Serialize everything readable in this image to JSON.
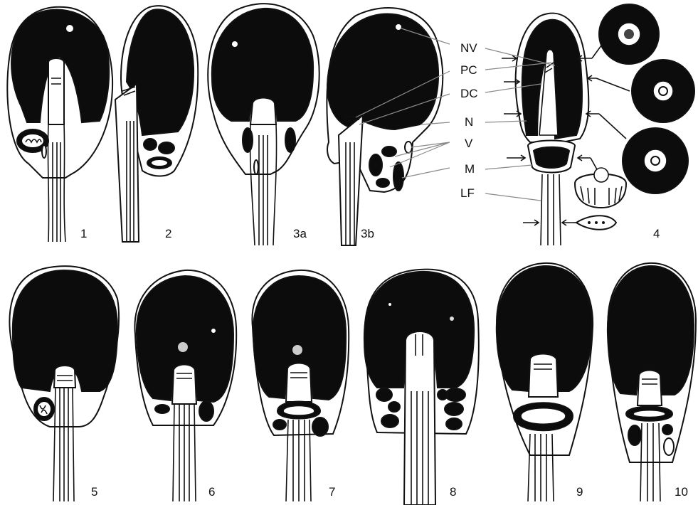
{
  "labels": {
    "nv": "NV",
    "pc": "PC",
    "dc": "DC",
    "n": "N",
    "v": "V",
    "m": "M",
    "lf": "LF"
  },
  "panels": {
    "p1": "1",
    "p2": "2",
    "p3a": "3a",
    "p3b": "3b",
    "p4": "4",
    "p5": "5",
    "p6": "6",
    "p7": "7",
    "p8": "8",
    "p9": "9",
    "p10": "10"
  }
}
